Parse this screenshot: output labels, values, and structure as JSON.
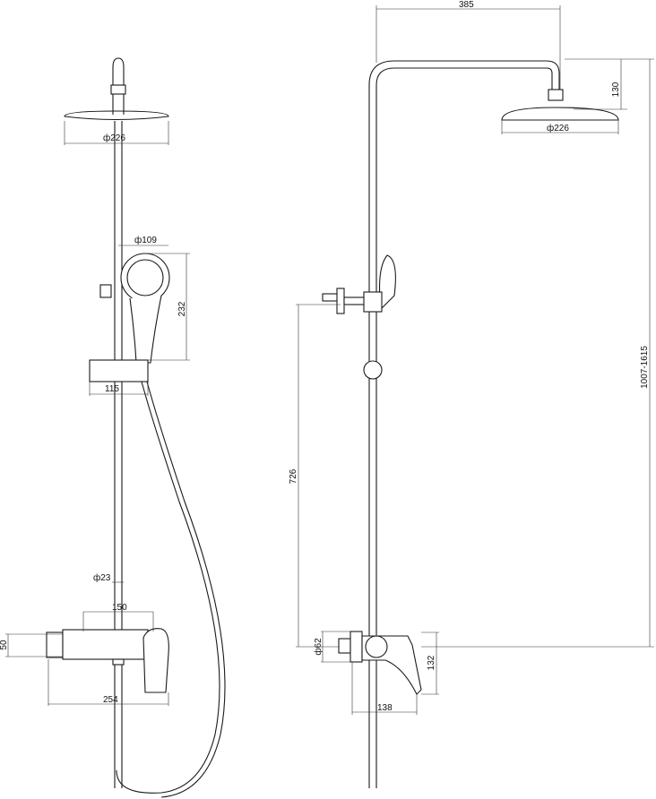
{
  "title": "Shower system dimension drawing",
  "front_view": {
    "head_diameter": "ф226",
    "hand_shower_diameter": "ф109",
    "hand_shower_height": "232",
    "slider_width": "115",
    "rail_diameter": "ф23",
    "inlet_spacing": "150",
    "mixer_height": "50",
    "mixer_width": "254"
  },
  "side_view": {
    "arm_reach": "385",
    "head_drop": "130",
    "head_diameter": "ф226",
    "total_height_range": "1007-1615",
    "bracket_height": "726",
    "flange_diameter": "ф62",
    "mixer_height": "132",
    "mixer_depth": "138"
  }
}
